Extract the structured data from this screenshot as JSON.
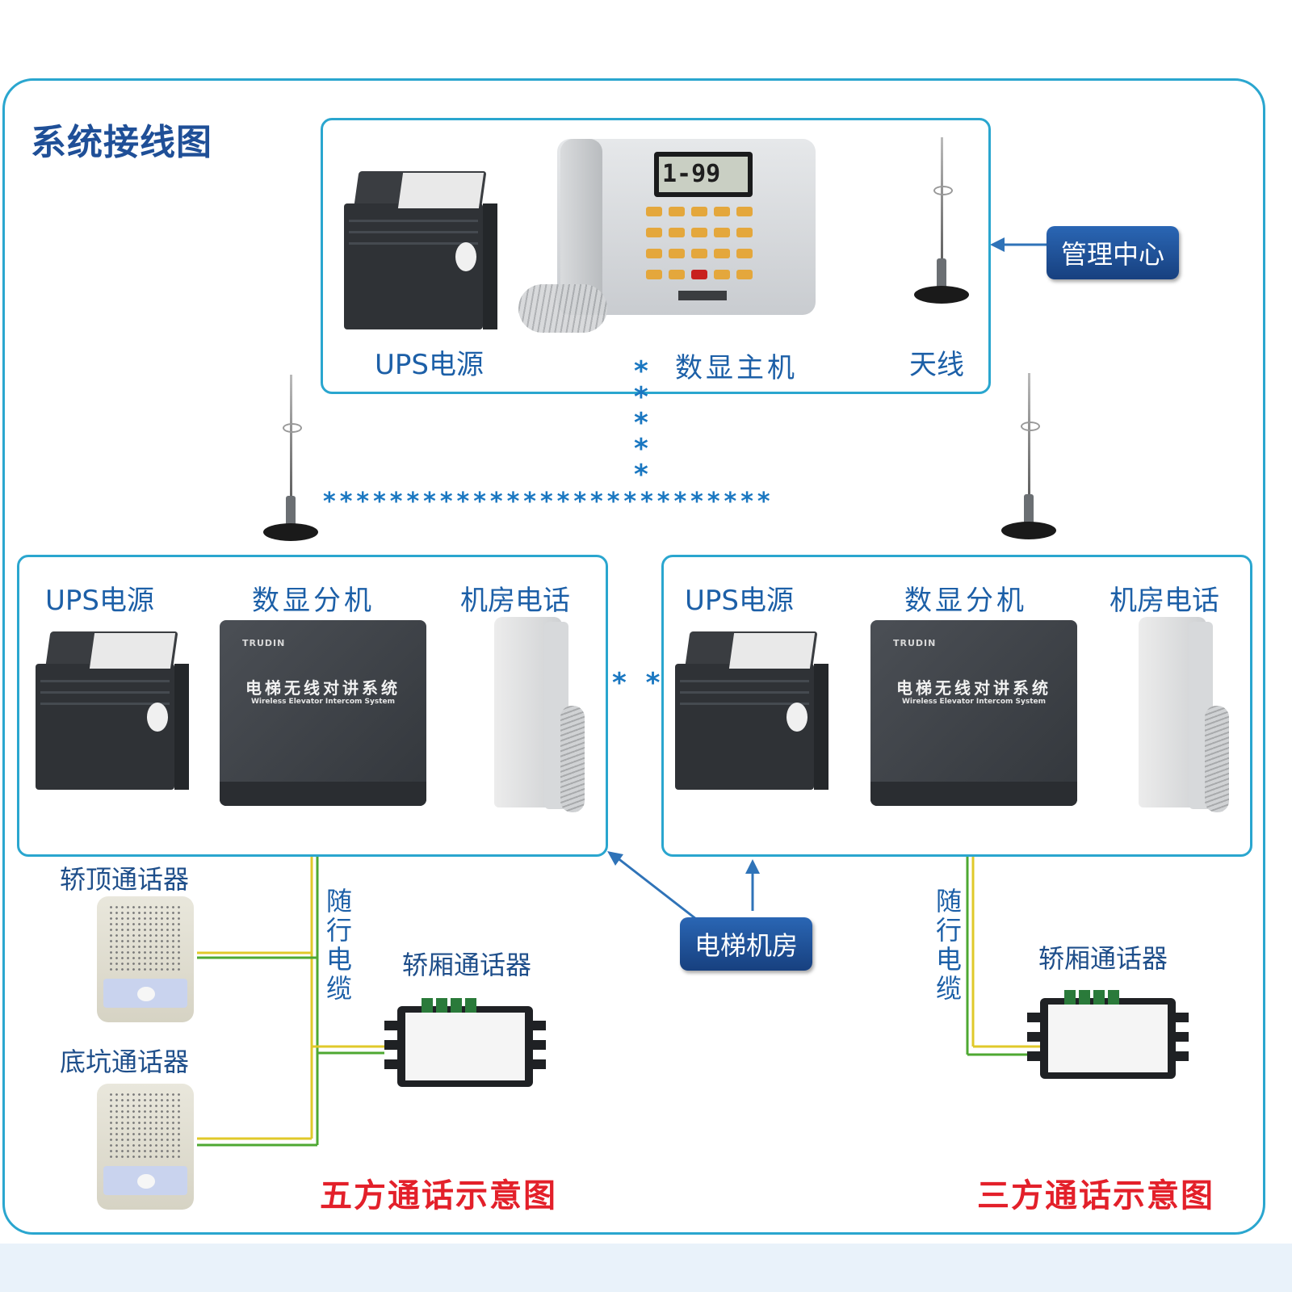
{
  "title": "系统接线图",
  "colors": {
    "frame": "#2aa6cf",
    "label_blue": "#1c5fa7",
    "tag_bg": "#1f4f97",
    "red_title": "#e3202a",
    "wire_yellow": "#e0c92a",
    "wire_green": "#4ea832",
    "connector": "#2f73b8"
  },
  "top_box": {
    "labels": {
      "ups": "UPS电源",
      "host": "数显主机",
      "antenna": "天线"
    },
    "lcd_text": "1-99"
  },
  "tags": {
    "management_center": "管理中心",
    "elevator_room": "电梯机房"
  },
  "left_box": {
    "labels": {
      "ups": "UPS电源",
      "sub": "数显分机",
      "room_phone": "机房电话"
    },
    "sub_brand": "TRUDIN",
    "sub_cn": "电梯无线对讲系统",
    "sub_en": "Wireless Elevator Intercom System"
  },
  "right_box": {
    "labels": {
      "ups": "UPS电源",
      "sub": "数显分机",
      "room_phone": "机房电话"
    },
    "sub_brand": "TRUDIN",
    "sub_cn": "电梯无线对讲系统",
    "sub_en": "Wireless Elevator Intercom System"
  },
  "lower_left": {
    "car_top": "轿顶通话器",
    "pit": "底坑通话器",
    "cable": "随行电缆",
    "cabin": "轿厢通话器",
    "caption": "五方通话示意图"
  },
  "lower_right": {
    "cable": "随行电缆",
    "cabin": "轿厢通话器",
    "caption": "三方通话示意图"
  },
  "wireless_marks": {
    "vertical": "*****",
    "horizontal": "***************************",
    "between": "* *"
  }
}
